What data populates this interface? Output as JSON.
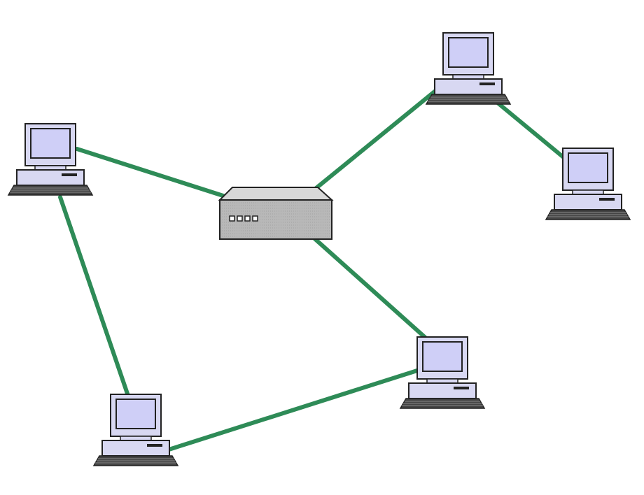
{
  "colors": {
    "background": "#ffffff",
    "link": "#2e8b57",
    "computer_screen": "#cfcff7",
    "computer_body": "#d8d8f2",
    "keyboard": "#111111",
    "hub_body": "#b8b8b8",
    "hub_top": "#d8d8d8",
    "outline": "#222222"
  },
  "nodes": [
    {
      "id": "computer-left",
      "kind": "computer"
    },
    {
      "id": "computer-top-right",
      "kind": "computer"
    },
    {
      "id": "computer-right",
      "kind": "computer"
    },
    {
      "id": "computer-bottom-right",
      "kind": "computer"
    },
    {
      "id": "computer-bottom-left",
      "kind": "computer"
    },
    {
      "id": "hub",
      "kind": "network-hub",
      "port_lights": 4
    }
  ],
  "links": [
    {
      "from": "computer-left",
      "to": "hub"
    },
    {
      "from": "hub",
      "to": "computer-top-right"
    },
    {
      "from": "computer-top-right",
      "to": "computer-right"
    },
    {
      "from": "hub",
      "to": "computer-bottom-right"
    },
    {
      "from": "computer-bottom-right",
      "to": "computer-bottom-left"
    },
    {
      "from": "computer-bottom-left",
      "to": "computer-left"
    }
  ]
}
